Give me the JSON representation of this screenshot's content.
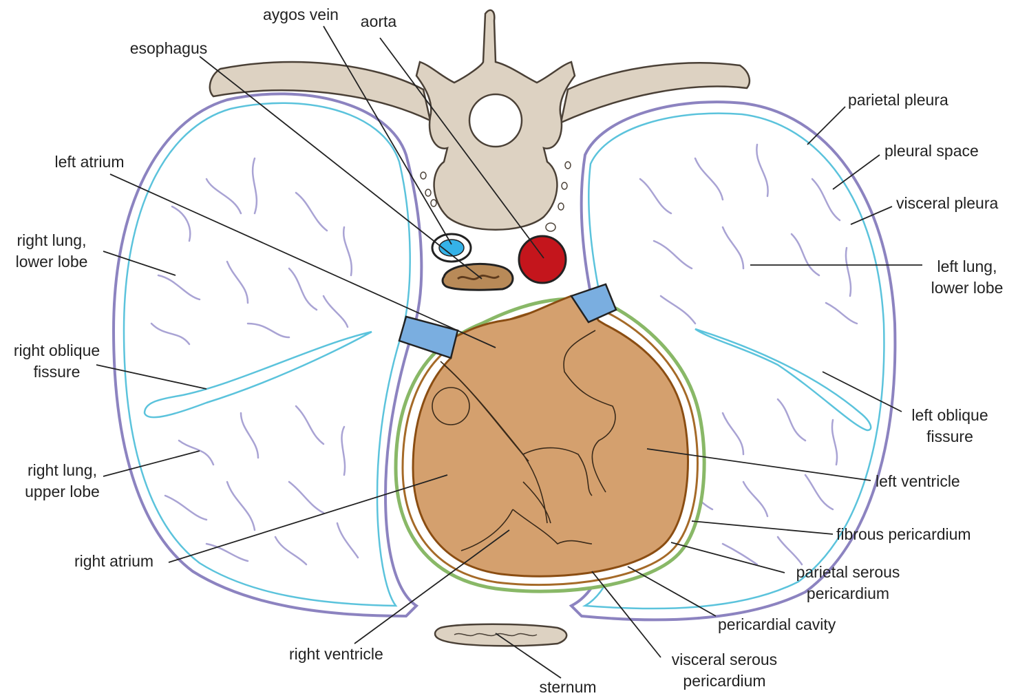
{
  "labels": {
    "aygos_vein": "aygos vein",
    "aorta": "aorta",
    "esophagus": "esophagus",
    "parietal_pleura": "parietal pleura",
    "pleural_space": "pleural space",
    "visceral_pleura": "visceral pleura",
    "left_atrium": "left atrium",
    "right_lung_lower_lobe": [
      "right lung,",
      "lower lobe"
    ],
    "left_lung_lower_lobe": [
      "left lung,",
      "lower lobe"
    ],
    "right_oblique_fissure": [
      "right oblique",
      "fissure"
    ],
    "left_oblique_fissure": [
      "left oblique",
      "fissure"
    ],
    "right_lung_upper_lobe": [
      "right lung,",
      "upper lobe"
    ],
    "left_ventricle": "left ventricle",
    "fibrous_pericardium": "fibrous pericardium",
    "parietal_serous_pericardium": [
      "parietal serous",
      "pericardium"
    ],
    "right_atrium": "right atrium",
    "pericardial_cavity": "pericardial cavity",
    "right_ventricle": "right ventricle",
    "visceral_serous_pericardium": [
      "visceral serous",
      "pericardium"
    ],
    "sternum": "sternum"
  },
  "colors": {
    "parietal_pleura": "#8c83c0",
    "visceral_pleura": "#5bc3dc",
    "lung_vessels": "#a9a3d4",
    "bone_fill": "#ddd2c2",
    "bone_stroke": "#4a4036",
    "heart_fill": "#d4a06e",
    "heart_stroke": "#8a4d12",
    "fibrous_pericardium": "#89b867",
    "vena_cava": "#7aaee0",
    "aorta_fill": "#c4151c",
    "esophagus_fill": "#8a5a2e",
    "azygos_fill": "#35b2e8",
    "leader_line": "#222222"
  }
}
